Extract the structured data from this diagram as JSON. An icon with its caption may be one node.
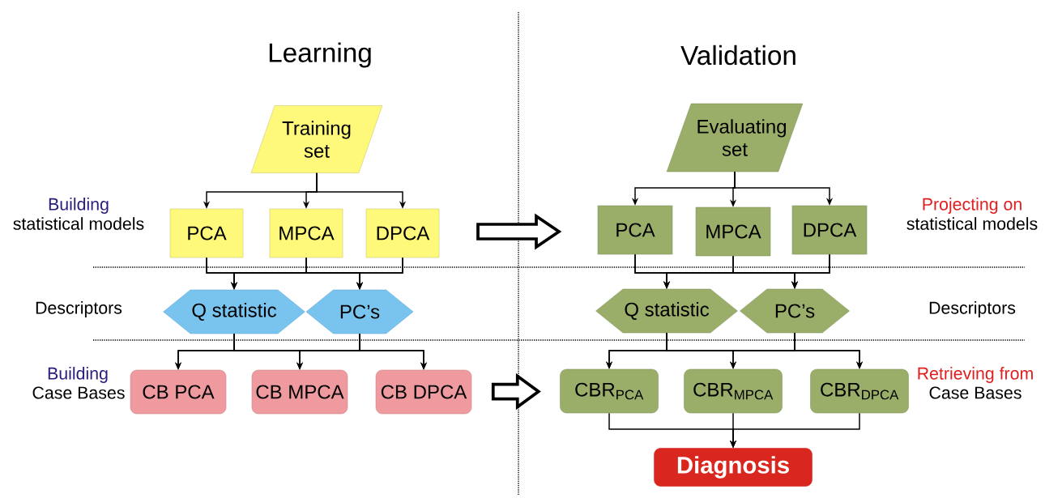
{
  "diagram": {
    "nodes": [
      {
        "text": [
          "Training set"
        ]
      },
      {
        "text": [
          "PCA"
        ]
      },
      {
        "text": [
          "MPCA"
        ]
      },
      {
        "text": [
          "DPCA"
        ]
      },
      {
        "text": [
          "Q statistic"
        ]
      },
      {
        "text": [
          "PC’s"
        ]
      },
      {
        "text": [
          "CB  PCA"
        ]
      },
      {
        "text": [
          "CB  MPCA"
        ]
      },
      {
        "text": [
          "CB  DPCA"
        ]
      },
      {
        "text": [
          "Evaluating set"
        ]
      },
      {
        "text": [
          "PCA"
        ]
      },
      {
        "text": [
          "MPCA"
        ]
      },
      {
        "text": [
          "DPCA"
        ]
      },
      {
        "text": [
          "Q statistic"
        ]
      },
      {
        "text": [
          "PC’s"
        ]
      },
      {
        "text": [
          "CBR$_{PCA}$"
        ]
      },
      {
        "text": [
          "CBR$_{MPCA}$"
        ]
      },
      {
        "text": [
          "CBR$_{DPCA}$"
        ]
      },
      {
        "text": [
          "Diagnosis"
        ]
      }
    ],
    "edges": [
      {
        "from": 0,
        "to": 1,
        "arrow": "to"
      },
      {
        "from": 0,
        "to": 2,
        "arrow": "to"
      },
      {
        "from": 0,
        "to": 3,
        "arrow": "to"
      },
      {
        "from": 1,
        "to": 4,
        "arrow": "to"
      },
      {
        "from": 1,
        "to": 5,
        "arrow": "to"
      },
      {
        "from": 2,
        "to": 4,
        "arrow": "to"
      },
      {
        "from": 2,
        "to": 5,
        "arrow": "to"
      },
      {
        "from": 3,
        "to": 4,
        "arrow": "to"
      },
      {
        "from": 3,
        "to": 5,
        "arrow": "to"
      },
      {
        "from": 4,
        "to": 6,
        "arrow": "to"
      },
      {
        "from": 4,
        "to": 7,
        "arrow": "to"
      },
      {
        "from": 4,
        "to": 8,
        "arrow": "to"
      },
      {
        "from": 5,
        "to": 6,
        "arrow": "to"
      },
      {
        "from": 5,
        "to": 7,
        "arrow": "to"
      },
      {
        "from": 5,
        "to": 8,
        "arrow": "to"
      },
      {
        "from": 9,
        "to": 10,
        "arrow": "to"
      },
      {
        "from": 9,
        "to": 11,
        "arrow": "to"
      },
      {
        "from": 9,
        "to": 12,
        "arrow": "to"
      },
      {
        "from": 10,
        "to": 13,
        "arrow": "to"
      },
      {
        "from": 10,
        "to": 14,
        "arrow": "to"
      },
      {
        "from": 11,
        "to": 13,
        "arrow": "to"
      },
      {
        "from": 11,
        "to": 14,
        "arrow": "to"
      },
      {
        "from": 12,
        "to": 13,
        "arrow": "to"
      },
      {
        "from": 12,
        "to": 14,
        "arrow": "to"
      },
      {
        "from": 13,
        "to": 15,
        "arrow": "to"
      },
      {
        "from": 13,
        "to": 16,
        "arrow": "to"
      },
      {
        "from": 13,
        "to": 17,
        "arrow": "to"
      },
      {
        "from": 14,
        "to": 15,
        "arrow": "to"
      },
      {
        "from": 14,
        "to": 16,
        "arrow": "to"
      },
      {
        "from": 14,
        "to": 17,
        "arrow": "to"
      },
      {
        "from": 15,
        "to": 18,
        "arrow": "to"
      },
      {
        "from": 16,
        "to": 18,
        "arrow": "to"
      },
      {
        "from": 17,
        "to": 18,
        "arrow": "to"
      },
      {
        "from": 3,
        "to": 10,
        "arrow": "to",
        "style": "thick"
      },
      {
        "from": 8,
        "to": 15,
        "arrow": "to",
        "style": "thick"
      }
    ],
    "labels": [
      "Learning",
      "Validation",
      "Building",
      "statistical models",
      "Projecting on",
      "statistical models",
      "Descriptors",
      "Descriptors",
      "Building",
      "Case Bases",
      "Retrieving from",
      "Case Bases"
    ]
  }
}
